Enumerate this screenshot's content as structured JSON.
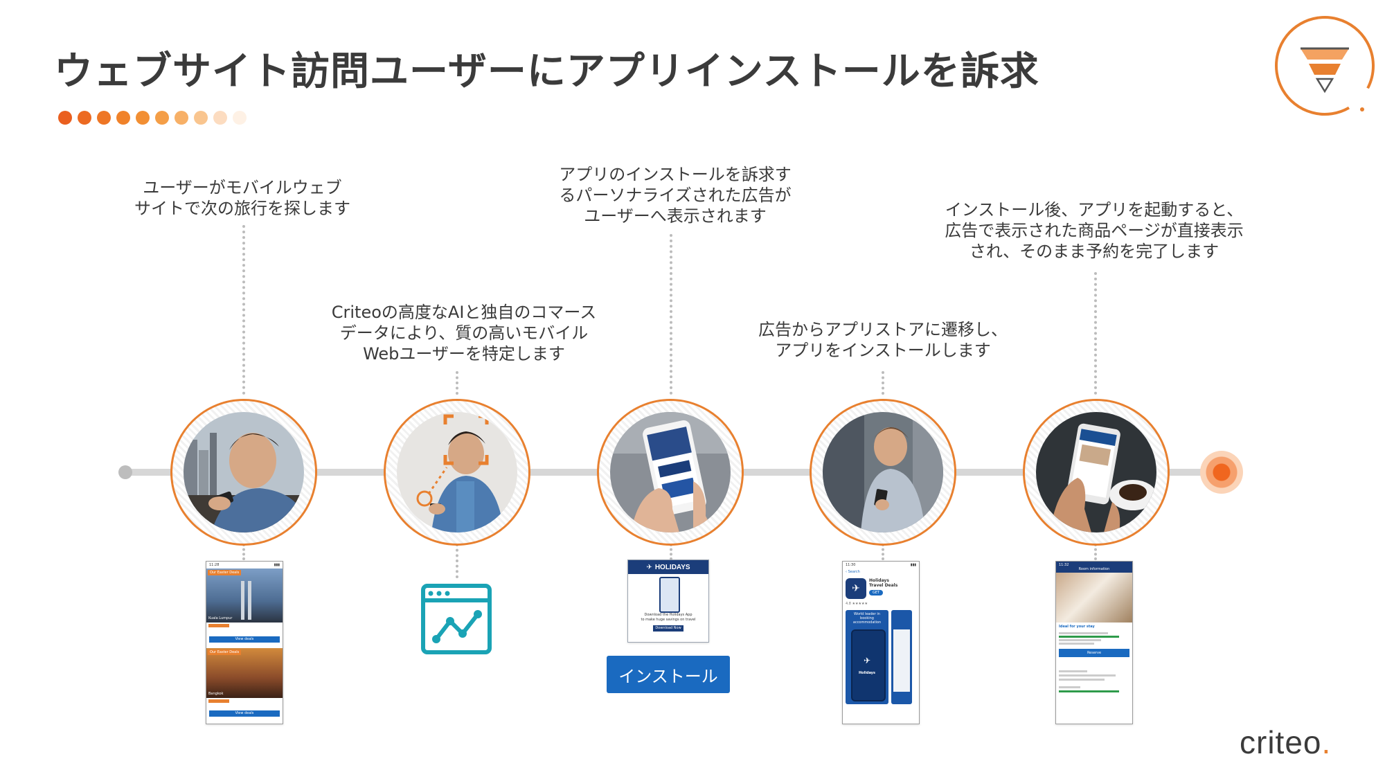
{
  "slide": {
    "title": "ウェブサイト訪問ユーザーにアプリインストールを訴求"
  },
  "colors": {
    "accent": "#e8802f",
    "accent_bright": "#f0661f",
    "button_blue": "#1a6ac0",
    "teal": "#1aa3b5",
    "timeline_gray": "#d7d7d7"
  },
  "progress_dots": [
    "#ea5f1f",
    "#ec6a22",
    "#ee7625",
    "#f0822a",
    "#f28f33",
    "#f49e47",
    "#f7b067",
    "#f9c58f",
    "#fcdcc0",
    "#fef1e5"
  ],
  "steps": [
    {
      "caption": [
        "ユーザーがモバイルウェブ",
        "サイトで次の旅行を探します"
      ],
      "icon": "person-using-phone-photo"
    },
    {
      "caption": [
        "Criteoの高度なAIと独自のコマース",
        "データにより、質の高いモバイル",
        "Webユーザーを特定します"
      ],
      "icon": "person-targeted-photo"
    },
    {
      "caption": [
        "アプリのインストールを訴求す",
        "るパーソナライズされた広告が",
        "ユーザーへ表示されます"
      ],
      "icon": "hand-holding-phone-photo"
    },
    {
      "caption": [
        "広告からアプリストアに遷移し、",
        "アプリをインストールします"
      ],
      "icon": "person-walking-with-phone-photo"
    },
    {
      "caption": [
        "インストール後、アプリを起動すると、",
        "広告で表示された商品ページが直接表示",
        "され、そのまま予約を完了します"
      ],
      "icon": "phone-over-coffee-photo"
    }
  ],
  "screens": {
    "web": {
      "time": "11:28",
      "banner1": "Our Easter Deals",
      "city1": "Kuala Lumpur",
      "banner2": "Our Easter Deals",
      "city2": "Bangkok",
      "deal_button": "View deals"
    },
    "ad": {
      "brand": "HOLIDAYS",
      "text_line1": "Download the Holidays App",
      "text_line2": "to make huge savings on travel",
      "cta": "Download Now"
    },
    "appstore": {
      "time": "11:30",
      "back": "Search",
      "app_name": "Holidays",
      "app_sub": "Travel Deals",
      "get": "GET",
      "rating": "4.8",
      "shot1_text": "World leader in booking accommodation",
      "shot1_brand": "Holidays"
    },
    "app": {
      "time": "11:32",
      "header": "Room information",
      "section": "Ideal for your stay",
      "price_label": "Reserve"
    }
  },
  "install_button": {
    "label": "インストール"
  },
  "logo": {
    "criteo": "criteo",
    "criteo_dot": "."
  }
}
